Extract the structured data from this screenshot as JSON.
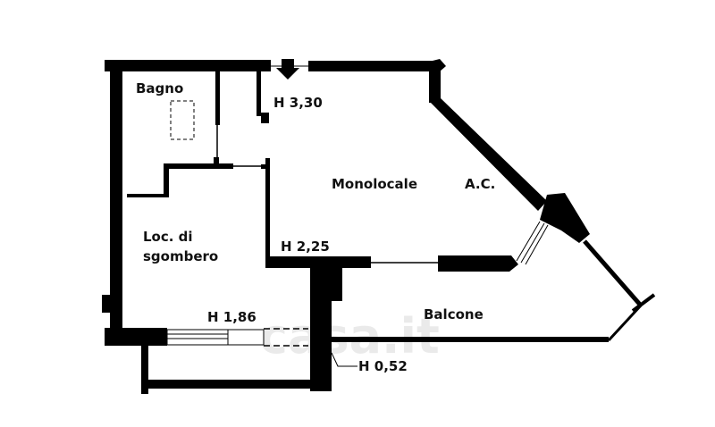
{
  "plan": {
    "rooms": {
      "bagno": "Bagno",
      "monolocale": "Monolocale",
      "ac": "A.C.",
      "loc_line1": "Loc. di",
      "loc_line2": "sgombero",
      "balcone": "Balcone"
    },
    "heights": {
      "h330": "H 3,30",
      "h225": "H 2,25",
      "h186": "H 1,86",
      "h052": "H 0,52"
    },
    "watermark": "casa.it",
    "colors": {
      "wall": "#000000",
      "background": "#ffffff"
    }
  }
}
